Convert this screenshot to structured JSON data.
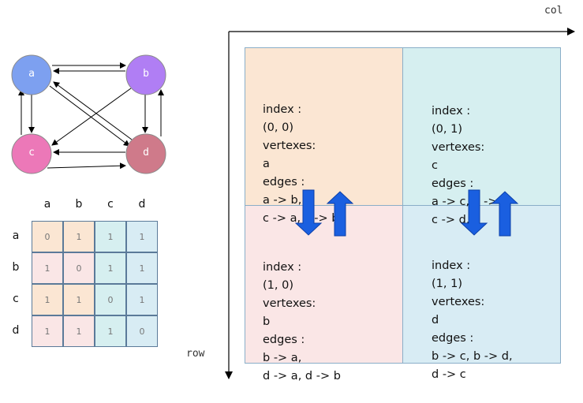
{
  "graph": {
    "nodes": [
      {
        "id": "a",
        "label": "a",
        "color": "#7da0f0"
      },
      {
        "id": "b",
        "label": "b",
        "color": "#b07ef4"
      },
      {
        "id": "c",
        "label": "c",
        "color": "#ec78b8"
      },
      {
        "id": "d",
        "label": "d",
        "color": "#cf7a8a"
      }
    ],
    "edges": [
      [
        "a",
        "b"
      ],
      [
        "b",
        "a"
      ],
      [
        "a",
        "c"
      ],
      [
        "a",
        "d"
      ],
      [
        "d",
        "a"
      ],
      [
        "c",
        "a"
      ],
      [
        "b",
        "c"
      ],
      [
        "b",
        "d"
      ],
      [
        "c",
        "d"
      ],
      [
        "d",
        "c"
      ],
      [
        "d",
        "b"
      ]
    ]
  },
  "matrix": {
    "col_headers": [
      "a",
      "b",
      "c",
      "d"
    ],
    "row_headers": [
      "a",
      "b",
      "c",
      "d"
    ],
    "values": [
      [
        "0",
        "1",
        "1",
        "1"
      ],
      [
        "1",
        "0",
        "1",
        "1"
      ],
      [
        "1",
        "1",
        "0",
        "1"
      ],
      [
        "1",
        "1",
        "1",
        "0"
      ]
    ]
  },
  "axes": {
    "col": "col",
    "row": "row"
  },
  "quadrants": [
    {
      "index_label": "index :",
      "index": "(0, 0)",
      "vertexes_label": "vertexes:",
      "vertexes": "a",
      "edges_label": "edges :",
      "edges_line1": "a -> b,",
      "edges_line2": "c -> a, c -> b"
    },
    {
      "index_label": "index :",
      "index": "(0, 1)",
      "vertexes_label": "vertexes:",
      "vertexes": "c",
      "edges_label": "edges :",
      "edges_line1": "a -> c, a -> d,",
      "edges_line2": "c -> d,"
    },
    {
      "index_label": "index :",
      "index": "(1, 0)",
      "vertexes_label": "vertexes:",
      "vertexes": "b",
      "edges_label": "edges :",
      "edges_line1": "b -> a,",
      "edges_line2": "d -> a, d -> b"
    },
    {
      "index_label": "index :",
      "index": "(1, 1)",
      "vertexes_label": "vertexes:",
      "vertexes": "d",
      "edges_label": "edges :",
      "edges_line1": "b -> c, b -> d,",
      "edges_line2": "d -> c"
    }
  ],
  "colors": {
    "q00": "#fbe6d3",
    "q01": "#d6eff0",
    "q10": "#fae6e6",
    "q11": "#d8ecf4",
    "m_ab": "#fbe6d3",
    "m_pink": "#fae6e6",
    "m_cd": "#d6eff0",
    "m_d": "#d8ecf4",
    "arrow": "#1a5fe0"
  }
}
